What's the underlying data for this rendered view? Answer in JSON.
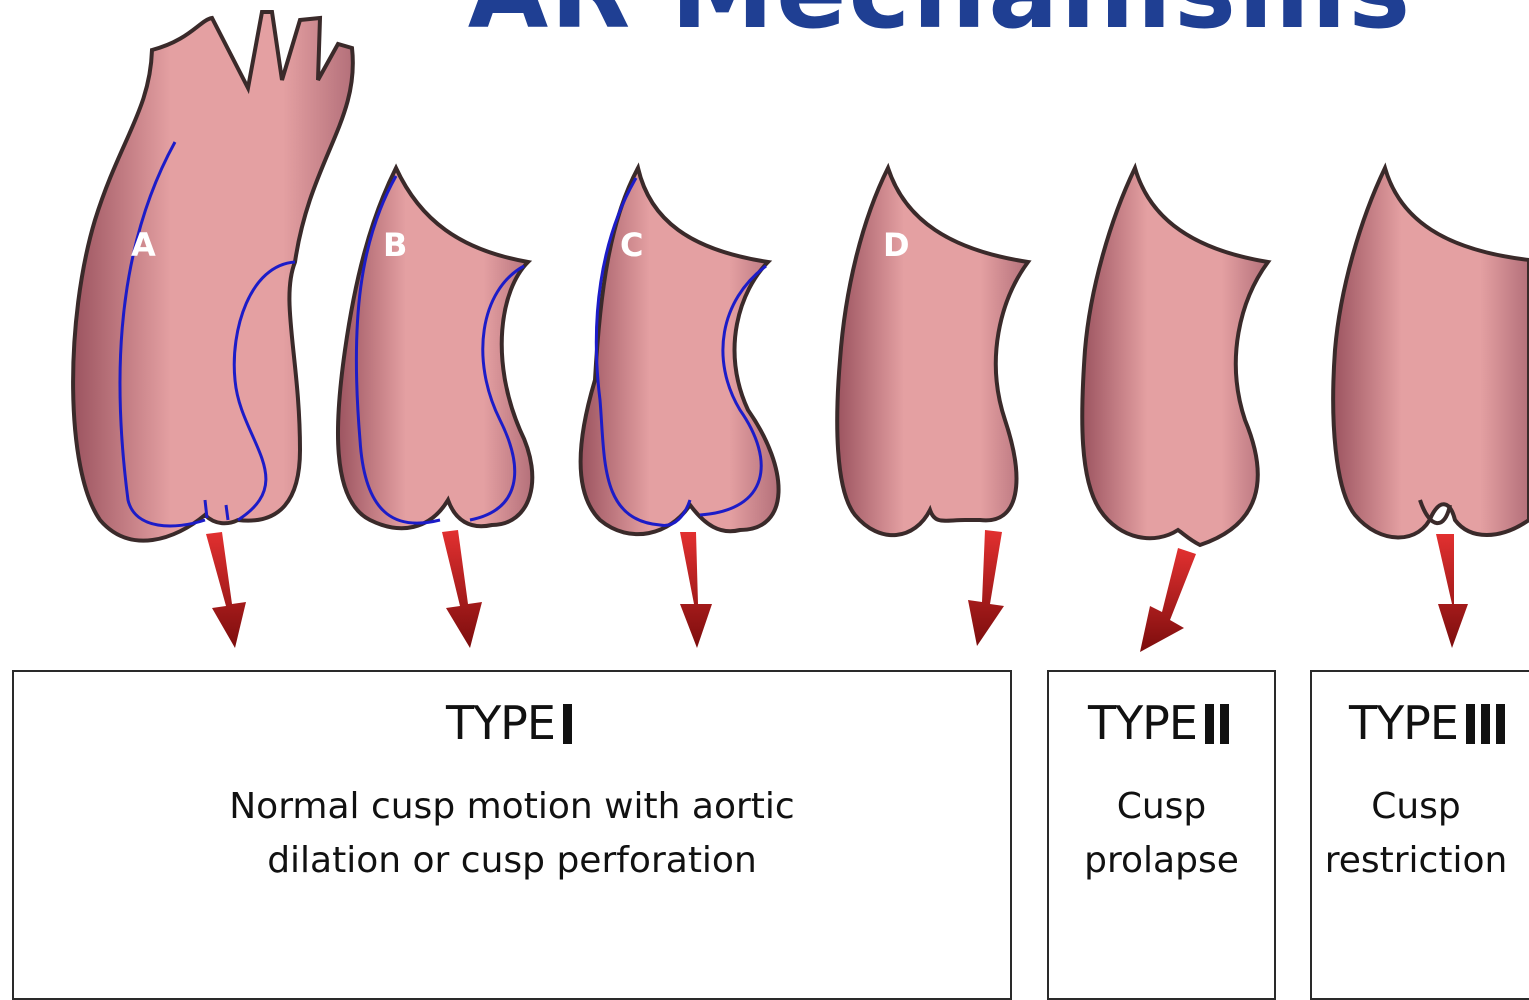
{
  "title": "AR Mechanisms",
  "labels": {
    "a": "A",
    "b": "B",
    "c": "C",
    "d": "D"
  },
  "types": [
    {
      "name": "TYPE",
      "numeral": 1,
      "description": "Normal cusp motion with aortic\ndilation or cusp perforation"
    },
    {
      "name": "TYPE",
      "numeral": 2,
      "description": "Cusp\nprolapse"
    },
    {
      "name": "TYPE",
      "numeral": 3,
      "description": "Cusp\nrestriction"
    }
  ],
  "colors": {
    "title": "#1f3f93",
    "tissue": "#e39a9c",
    "tissue_shadow": "#a85d66",
    "wall": "#f2d3d3",
    "outline": "#3a2a2a",
    "sinus_line": "#1c1cc8",
    "arrow": "#b01a1a"
  },
  "icons": [
    "regurgitation-arrow-icon"
  ]
}
